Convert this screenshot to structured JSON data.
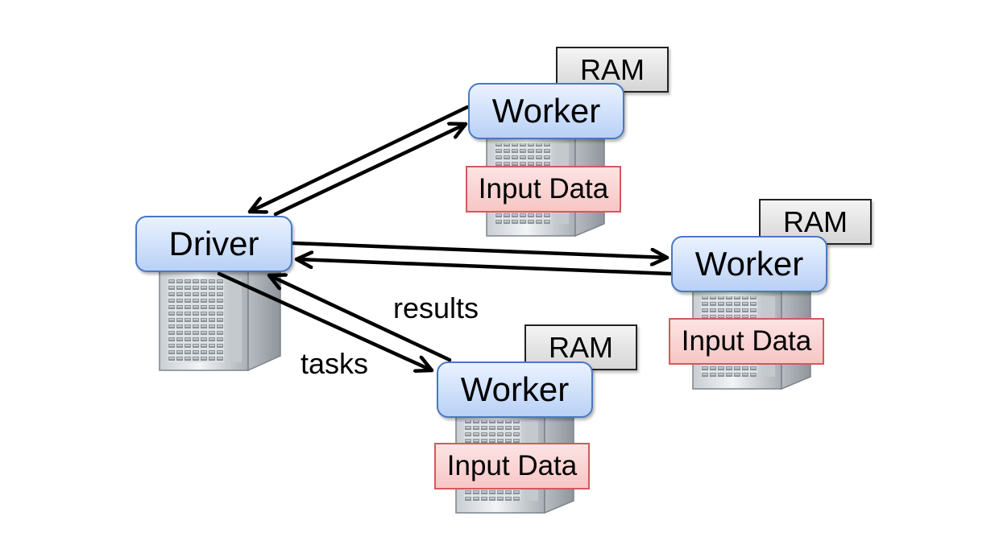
{
  "driver": {
    "label": "Driver"
  },
  "workers": [
    {
      "label": "Worker",
      "ram": "RAM",
      "input": "Input Data"
    },
    {
      "label": "Worker",
      "ram": "RAM",
      "input": "Input Data"
    },
    {
      "label": "Worker",
      "ram": "RAM",
      "input": "Input Data"
    }
  ],
  "edges": {
    "results": "results",
    "tasks": "tasks"
  },
  "colors": {
    "node_border": "#4a78c2",
    "node_fill": "#cfe0fb",
    "input_border": "#d15a5a",
    "input_fill": "#f8c6c6",
    "ram_fill": "#e2e2e2",
    "arrow": "#000000"
  }
}
